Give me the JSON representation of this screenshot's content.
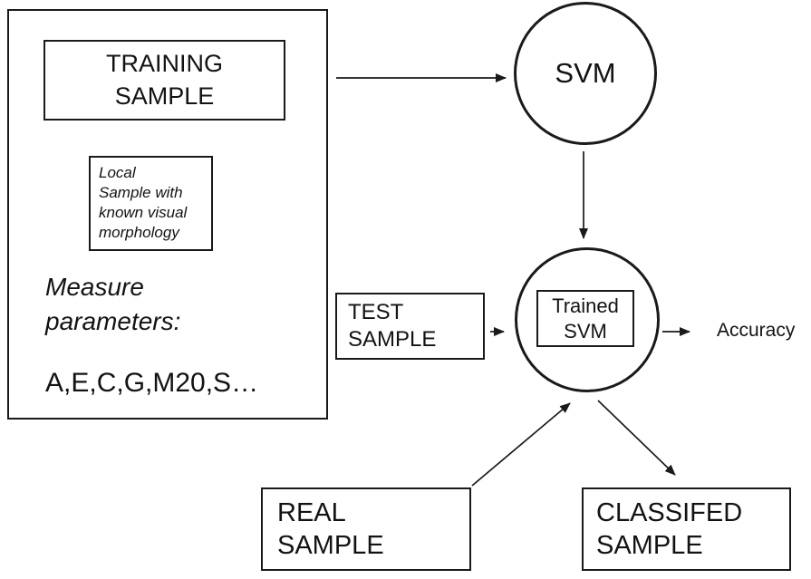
{
  "colors": {
    "stroke": "#1a1a1a",
    "text": "#131313",
    "background": "#ffffff"
  },
  "outer_panel": {
    "training_sample_label": "TRAINING\nSAMPLE",
    "local_sample_note": "Local\nSample with\nknown visual\nmorphology",
    "measure_parameters_label": "Measure\nparameters:",
    "parameters_list": "A,E,C,G,M20,S…"
  },
  "nodes": {
    "svm_label": "SVM",
    "trained_svm_label": "Trained\nSVM"
  },
  "boxes": {
    "test_sample_label": "TEST\nSAMPLE",
    "real_sample_label": "REAL\nSAMPLE",
    "classified_sample_label": "CLASSIFED\nSAMPLE"
  },
  "labels": {
    "accuracy": "Accuracy"
  }
}
